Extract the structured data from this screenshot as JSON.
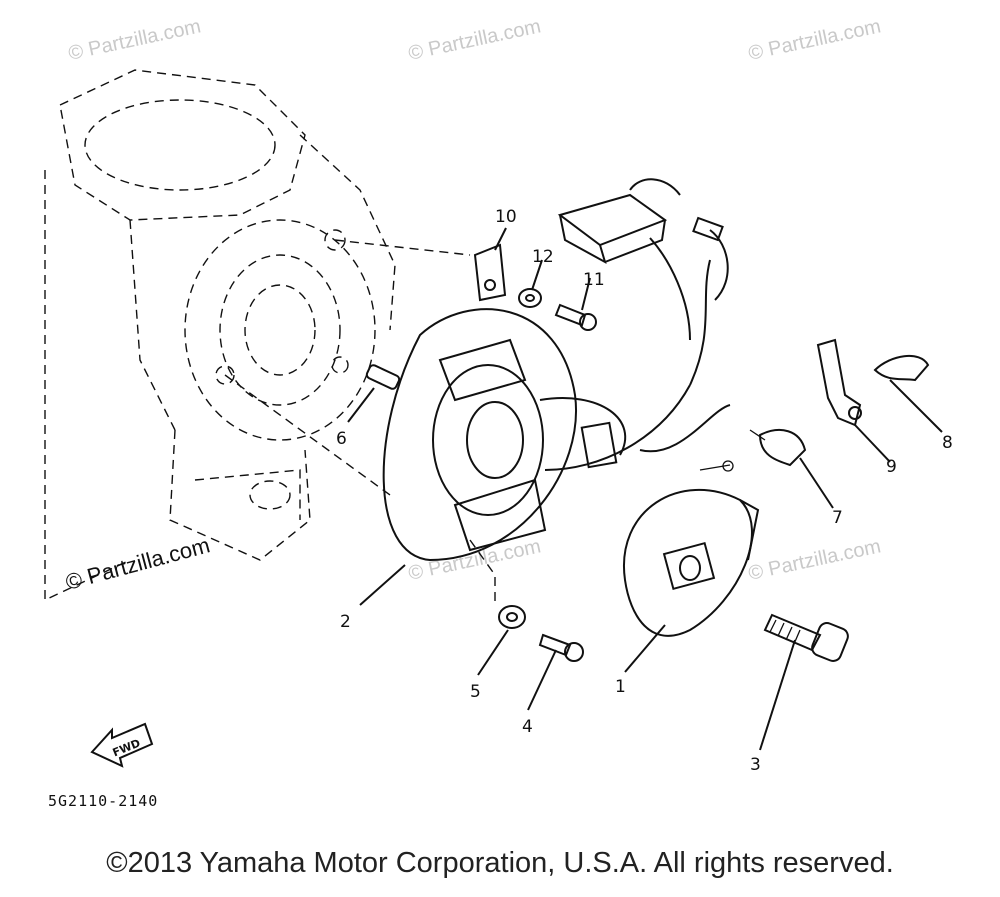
{
  "watermark": {
    "text": "© Partzilla.com",
    "left_text": "© Partzilla.com"
  },
  "callouts": {
    "c1": "1",
    "c2": "2",
    "c3": "3",
    "c4": "4",
    "c5": "5",
    "c6": "6",
    "c7": "7",
    "c8": "8",
    "c9": "9",
    "c10": "10",
    "c11": "11",
    "c12": "12"
  },
  "fwd_label": "FWD",
  "diagram_code": "5G2110-2140",
  "copyright": "©2013 Yamaha Motor Corporation, U.S.A. All rights reserved."
}
